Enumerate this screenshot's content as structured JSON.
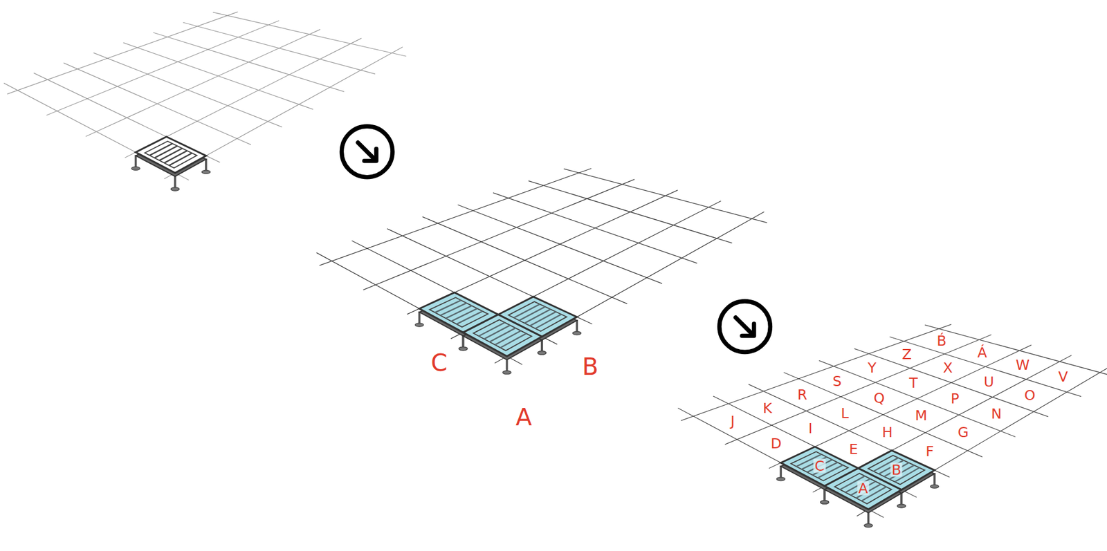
{
  "diagram": {
    "labels": [
      "C",
      "B",
      "A",
      "A",
      "B",
      "C",
      "D",
      "E",
      "F",
      "G",
      "H",
      "I",
      "J",
      "K",
      "L",
      "M",
      "N",
      "O",
      "P",
      "Q",
      "R",
      "S",
      "T",
      "U",
      "V",
      "W",
      "X",
      "Y",
      "Z",
      "Á",
      "B́"
    ]
  }
}
